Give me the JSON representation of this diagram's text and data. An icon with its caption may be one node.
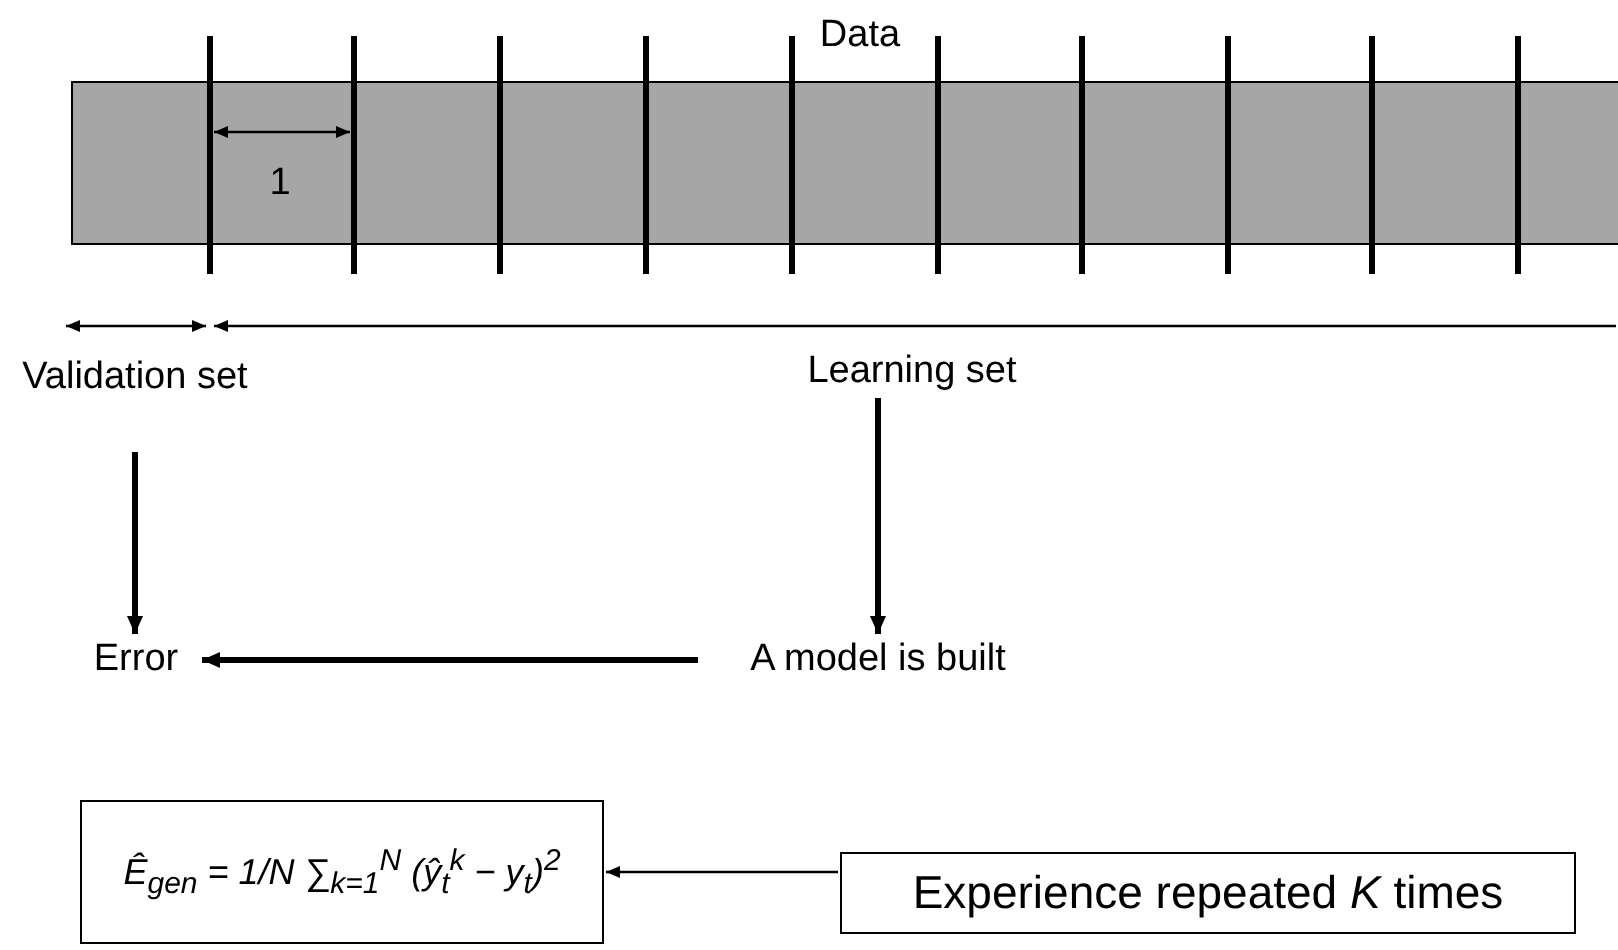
{
  "diagram": {
    "nodes": [
      {
        "text": [
          "Data"
        ]
      },
      {
        "text": [
          "Validation set"
        ]
      },
      {
        "text": [
          "Learning set"
        ]
      },
      {
        "text": [
          "Error"
        ]
      },
      {
        "text": [
          "A model is built"
        ]
      },
      {
        "text": [
          "Ê$_{gen}$ = 1/N ∑$_{k=1}$$^{N}$ (ŷ$_{t}$$^{k}$ − y$_{t}$)$^{2}$"
        ]
      },
      {
        "text": [
          "Experience repeated *K* times"
        ]
      }
    ],
    "edges": [
      {
        "from": 1,
        "to": 3,
        "arrow": "to"
      },
      {
        "from": 2,
        "to": 4,
        "arrow": "to"
      },
      {
        "from": 4,
        "to": 3,
        "arrow": "to"
      },
      {
        "from": 6,
        "to": 5,
        "arrow": "to"
      }
    ],
    "labels": [
      "1"
    ]
  }
}
